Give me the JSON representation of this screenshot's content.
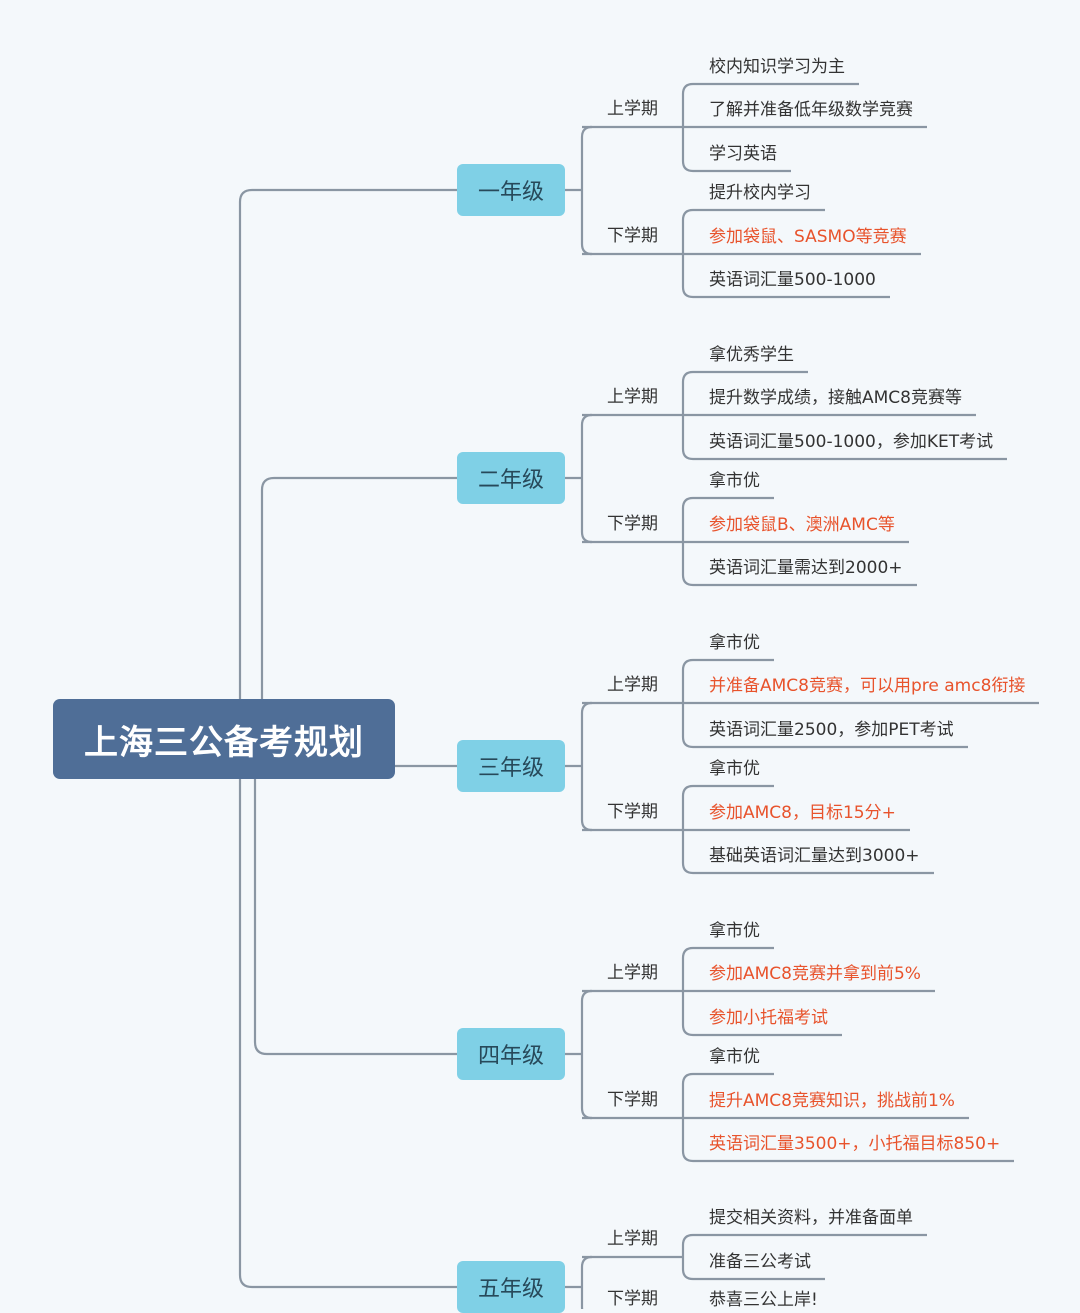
{
  "title": "上海三公备考规划",
  "colors": {
    "root": "#4f6e97",
    "grade": "#7fd0e6",
    "line": "#8a96a3",
    "highlight": "#e8532c",
    "text": "#333333"
  },
  "grades": [
    {
      "label": "一年级",
      "semesters": [
        {
          "label": "上学期",
          "items": [
            {
              "text": "校内知识学习为主",
              "highlight": false
            },
            {
              "text": "了解并准备低年级数学竞赛",
              "highlight": false
            },
            {
              "text": "学习英语",
              "highlight": false
            }
          ]
        },
        {
          "label": "下学期",
          "items": [
            {
              "text": "提升校内学习",
              "highlight": false
            },
            {
              "text": "参加袋鼠、SASMO等竞赛",
              "highlight": true
            },
            {
              "text": "英语词汇量500-1000",
              "highlight": false
            }
          ]
        }
      ]
    },
    {
      "label": "二年级",
      "semesters": [
        {
          "label": "上学期",
          "items": [
            {
              "text": "拿优秀学生",
              "highlight": false
            },
            {
              "text": "提升数学成绩，接触AMC8竞赛等",
              "highlight": false
            },
            {
              "text": "英语词汇量500-1000，参加KET考试",
              "highlight": false
            }
          ]
        },
        {
          "label": "下学期",
          "items": [
            {
              "text": "拿市优",
              "highlight": false
            },
            {
              "text": "参加袋鼠B、澳洲AMC等",
              "highlight": true
            },
            {
              "text": "英语词汇量需达到2000+",
              "highlight": false
            }
          ]
        }
      ]
    },
    {
      "label": "三年级",
      "semesters": [
        {
          "label": "上学期",
          "items": [
            {
              "text": "拿市优",
              "highlight": false
            },
            {
              "text": "并准备AMC8竞赛，可以用pre amc8衔接",
              "highlight": true
            },
            {
              "text": "英语词汇量2500，参加PET考试",
              "highlight": false
            }
          ]
        },
        {
          "label": "下学期",
          "items": [
            {
              "text": "拿市优",
              "highlight": false
            },
            {
              "text": "参加AMC8，目标15分+",
              "highlight": true
            },
            {
              "text": "基础英语词汇量达到3000+",
              "highlight": false
            }
          ]
        }
      ]
    },
    {
      "label": "四年级",
      "semesters": [
        {
          "label": "上学期",
          "items": [
            {
              "text": "拿市优",
              "highlight": false
            },
            {
              "text": "参加AMC8竞赛并拿到前5%",
              "highlight": true
            },
            {
              "text": "参加小托福考试",
              "highlight": true
            }
          ]
        },
        {
          "label": "下学期",
          "items": [
            {
              "text": "拿市优",
              "highlight": false
            },
            {
              "text": "提升AMC8竞赛知识，挑战前1%",
              "highlight": true
            },
            {
              "text": "英语词汇量3500+，小托福目标850+",
              "highlight": true
            }
          ]
        }
      ]
    },
    {
      "label": "五年级",
      "semesters": [
        {
          "label": "上学期",
          "items": [
            {
              "text": "提交相关资料，并准备面单",
              "highlight": false
            },
            {
              "text": "准备三公考试",
              "highlight": false
            }
          ]
        },
        {
          "label": "下学期",
          "items": [
            {
              "text": "恭喜三公上岸!",
              "highlight": false
            }
          ]
        }
      ]
    }
  ]
}
